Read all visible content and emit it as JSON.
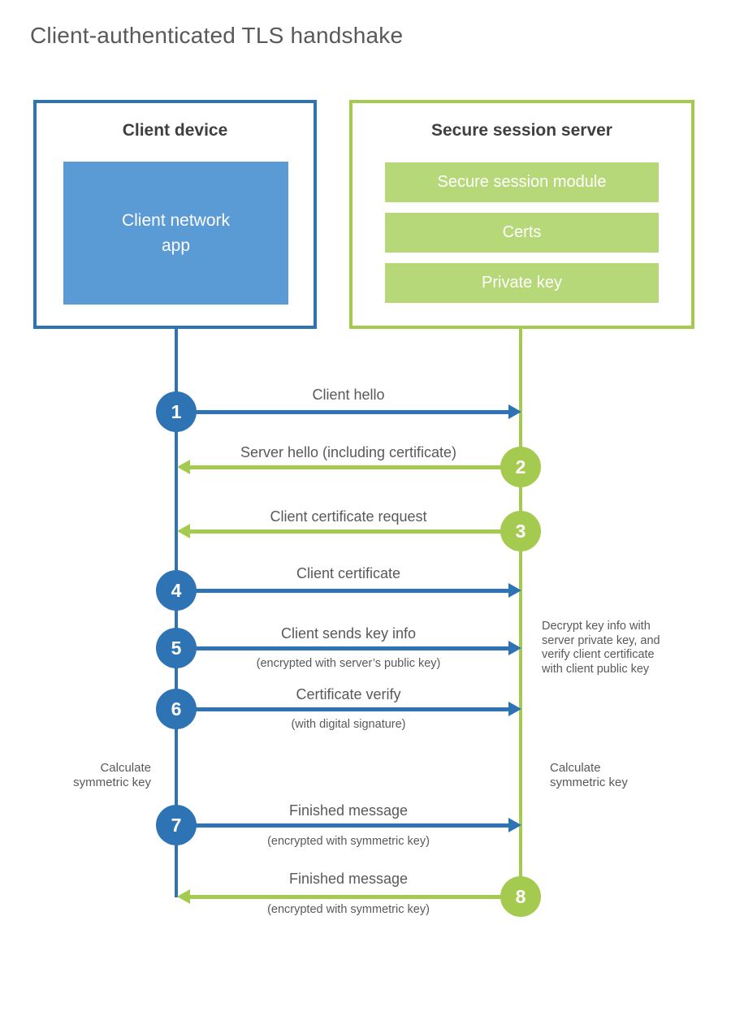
{
  "title": "Client-authenticated TLS handshake",
  "colors": {
    "client_blue": "#2e74b5",
    "client_fill_blue": "#5b9bd5",
    "server_green": "#a4cb50",
    "server_fill_green": "#b6d878",
    "text_gray": "#58595b",
    "heading_gray": "#3f3f3f"
  },
  "client": {
    "heading": "Client device",
    "app_label": "Client network\napp"
  },
  "server": {
    "heading": "Secure session server",
    "modules": [
      "Secure session module",
      "Certs",
      "Private key"
    ]
  },
  "steps": [
    {
      "num": "1",
      "direction": "client-to-server",
      "label": "Client hello",
      "sublabel": ""
    },
    {
      "num": "2",
      "direction": "server-to-client",
      "label": "Server hello (including certificate)",
      "sublabel": ""
    },
    {
      "num": "3",
      "direction": "server-to-client",
      "label": "Client certificate request",
      "sublabel": ""
    },
    {
      "num": "4",
      "direction": "client-to-server",
      "label": "Client certificate",
      "sublabel": ""
    },
    {
      "num": "5",
      "direction": "client-to-server",
      "label": "Client sends key info",
      "sublabel": "(encrypted with server’s public key)"
    },
    {
      "num": "6",
      "direction": "client-to-server",
      "label": "Certificate verify",
      "sublabel": "(with digital signature)"
    },
    {
      "num": "7",
      "direction": "client-to-server",
      "label": "Finished message",
      "sublabel": "(encrypted with symmetric key)"
    },
    {
      "num": "8",
      "direction": "server-to-client",
      "label": "Finished message",
      "sublabel": "(encrypted with symmetric key)"
    }
  ],
  "notes": {
    "decrypt": "Decrypt key info with\nserver private key, and\nverify client certificate\nwith client public key",
    "calculate_left": "Calculate\nsymmetric key",
    "calculate_right": "Calculate\nsymmetric key"
  }
}
